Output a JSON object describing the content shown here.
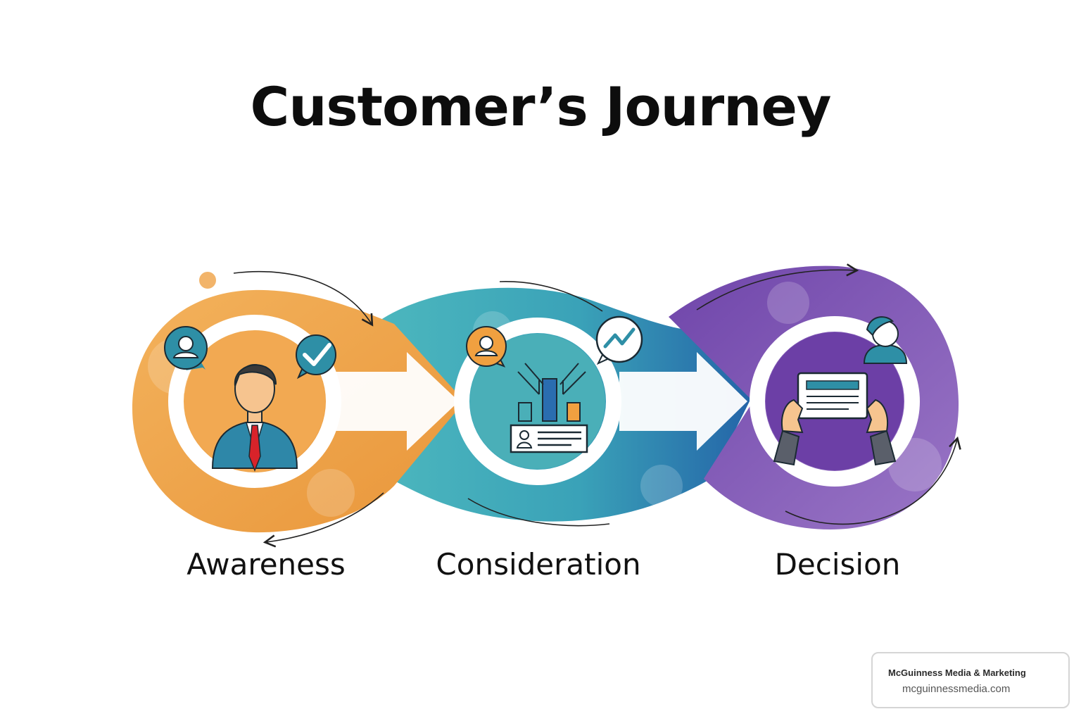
{
  "title": "Customer’s Journey",
  "stages": [
    {
      "label": "Awareness",
      "color": "#EFA54B"
    },
    {
      "label": "Consideration",
      "color": "#3FA9B5"
    },
    {
      "label": "Decision",
      "color": "#7D4FB0"
    }
  ],
  "accent_colors": {
    "orange": "#EFA54B",
    "teal": "#3FA9B5",
    "blue": "#2A72B0",
    "purple": "#7D4FB0",
    "badge_teal": "#2E8FA6"
  },
  "icons": {
    "awareness": [
      "person-icon",
      "check-bubble-icon",
      "businessman-icon"
    ],
    "consideration": [
      "person-icon",
      "trend-bubble-icon",
      "bar-chart-icon",
      "profile-card-icon"
    ],
    "decision": [
      "user-bubble-icon",
      "tablet-in-hands-icon"
    ]
  },
  "brand": {
    "name": "McGuinness Media & Marketing",
    "url": "mcguinnessmedia.com"
  }
}
